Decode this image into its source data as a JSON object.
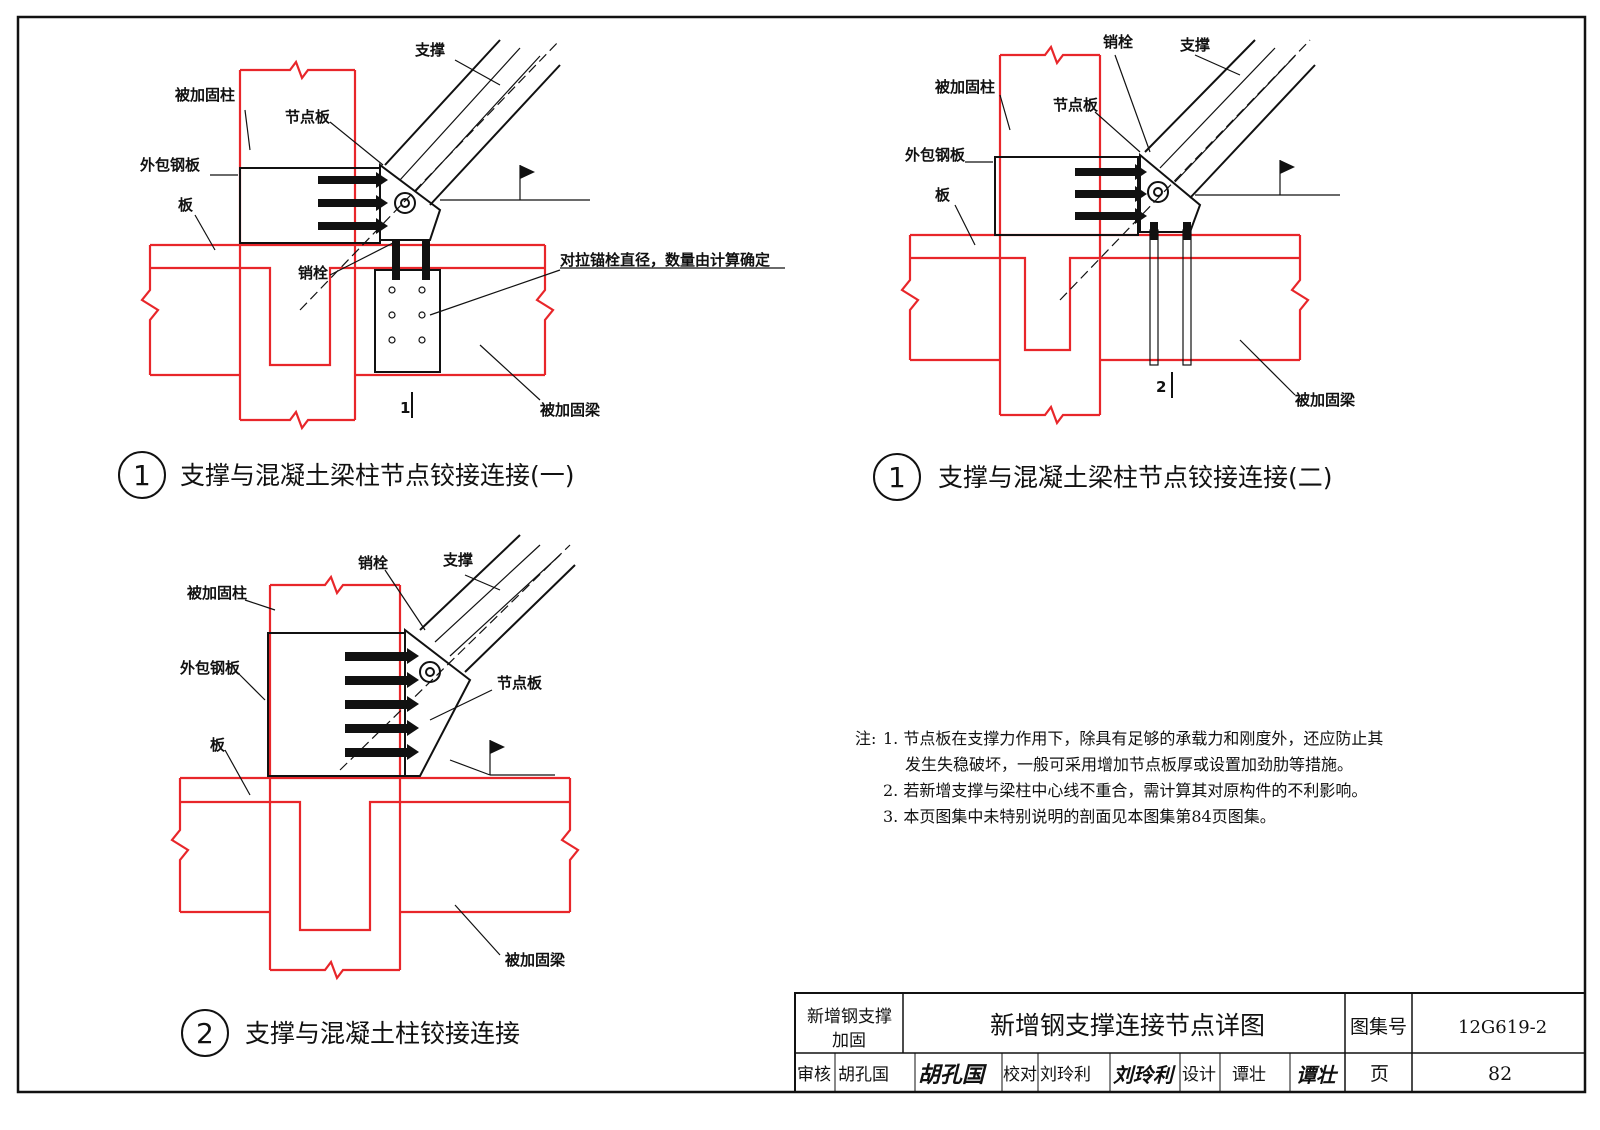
{
  "detail1": {
    "labels": {
      "brace": "支撑",
      "column": "被加固柱",
      "gusset": "节点板",
      "jacket": "外包钢板",
      "slab": "板",
      "pin": "销栓",
      "through_bolt": "对拉锚栓直径，数量由计算确定",
      "beam": "被加固梁",
      "section": "1"
    },
    "caption_num": "1",
    "caption": "支撑与混凝土梁柱节点铰接连接(一)"
  },
  "detail2": {
    "labels": {
      "pin": "销栓",
      "brace": "支撑",
      "column": "被加固柱",
      "gusset": "节点板",
      "jacket": "外包钢板",
      "slab": "板",
      "beam": "被加固梁",
      "section": "2"
    },
    "caption_num": "1",
    "caption": "支撑与混凝土梁柱节点铰接连接(二)"
  },
  "detail3": {
    "labels": {
      "pin": "销栓",
      "brace": "支撑",
      "column": "被加固柱",
      "jacket": "外包钢板",
      "gusset": "节点板",
      "slab": "板",
      "beam": "被加固梁"
    },
    "caption_num": "2",
    "caption": "支撑与混凝土柱铰接连接"
  },
  "notes": {
    "prefix": "注:",
    "items": [
      "1. 节点板在支撑力作用下，除具有足够的承载力和刚度外，还应防止其",
      "发生失稳破坏，一般可采用增加节点板厚或设置加劲肋等措施。",
      "2. 若新增支撑与梁柱中心线不重合，需计算其对原构件的不利影响。",
      "3. 本页图集中未特别说明的剖面见本图集第84页图集。"
    ]
  },
  "title_block": {
    "category_line1": "新增钢支撑",
    "category_line2": "加固",
    "title": "新增钢支撑连接节点详图",
    "atlas_label": "图集号",
    "atlas_no": "12G619-2",
    "review_label": "审核",
    "reviewer": "胡孔国",
    "reviewer_sign": "胡孔国",
    "check_label": "校对",
    "checker": "刘玲利",
    "checker_sign": "刘玲利",
    "design_label": "设计",
    "designer": "谭壮",
    "designer_sign": "谭壮",
    "page_label": "页",
    "page_no": "82"
  }
}
